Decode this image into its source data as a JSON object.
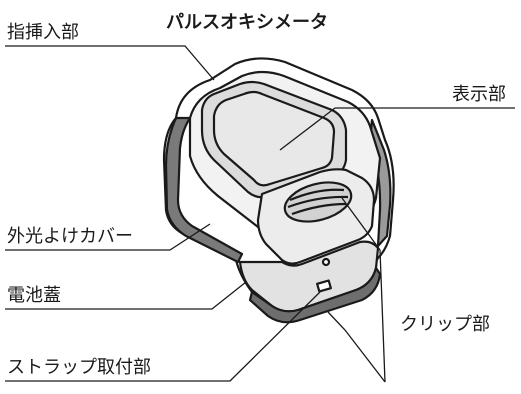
{
  "title": "パルスオキシメータ",
  "labels": {
    "finger_insert": "指挿入部",
    "display": "表示部",
    "light_cover": "外光よけカバー",
    "battery_lid": "電池蓋",
    "clip": "クリップ部",
    "strap_mount": "ストラップ取付部"
  },
  "colors": {
    "line": "#1a1a1a",
    "body_dark": "#7a7a7a",
    "body_mid": "#cfcfcf",
    "body_light": "#f2f2f2",
    "screen": "#e6e6e6"
  }
}
